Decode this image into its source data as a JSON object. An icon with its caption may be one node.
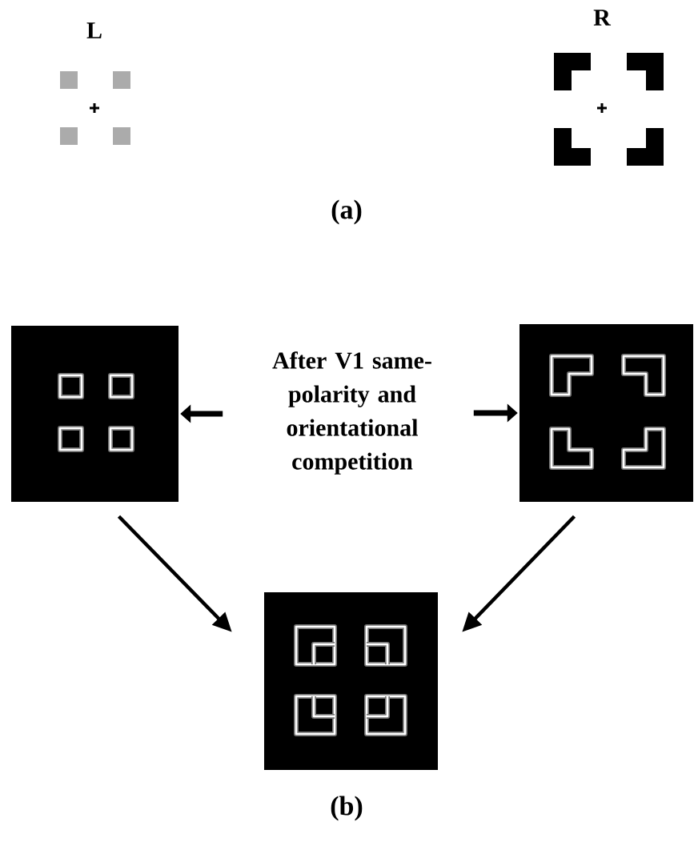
{
  "diagram": {
    "nodes": [
      {
        "text": [
          "After V1 same-polarity and orientational competition"
        ]
      },
      {
        "text": [],
        "shape": "picture"
      },
      {
        "text": [],
        "shape": "picture"
      },
      {
        "text": [],
        "shape": "picture"
      }
    ],
    "edges": [
      {
        "from": null,
        "to": 1,
        "arrow": "to"
      },
      {
        "from": null,
        "to": 2,
        "arrow": "to"
      },
      {
        "from": 1,
        "to": 3,
        "arrow": "to"
      },
      {
        "from": 2,
        "to": 3,
        "arrow": "to"
      }
    ],
    "labels": [
      "L",
      "R",
      "(a)",
      "(b)"
    ]
  }
}
